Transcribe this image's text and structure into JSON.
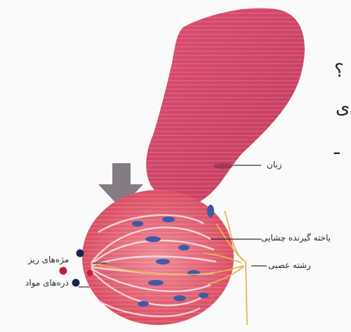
{
  "labels": {
    "tongue": "زبان",
    "taste_cell": "یاخته گیرنده چشایی",
    "microvilli": "مژه‌های ریز",
    "nerve_fiber": "رشته عصبی",
    "particles": "ذره‌های مواد"
  },
  "edge_glyphs": [
    "؟",
    "ی",
    "ـ"
  ],
  "colors": {
    "tongue": "#d44468",
    "bud": "#e35a72",
    "nuclei": "#3e5aa8",
    "nerve": "#e0b45a",
    "particle_red": "#c0203a",
    "particle_navy": "#1b2450"
  }
}
